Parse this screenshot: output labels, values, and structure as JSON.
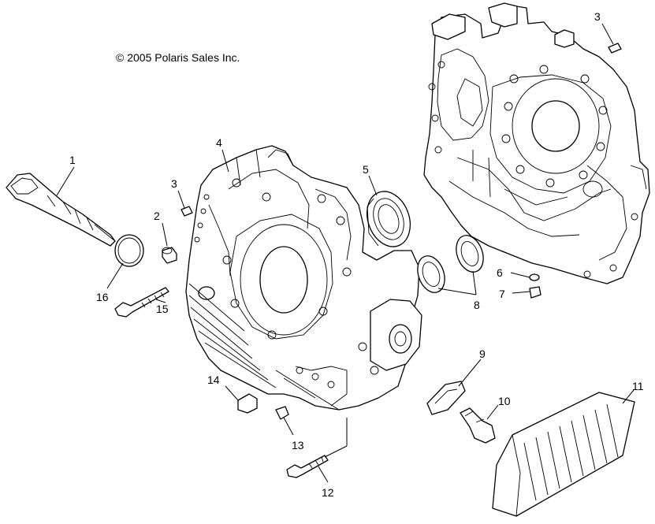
{
  "copyright": "© 2005 Polaris Sales Inc.",
  "callouts": {
    "c1": "1",
    "c2": "2",
    "c3a": "3",
    "c3b": "3",
    "c4": "4",
    "c5": "5",
    "c6": "6",
    "c7": "7",
    "c8": "8",
    "c9": "9",
    "c10": "10",
    "c11": "11",
    "c12": "12",
    "c13": "13",
    "c14": "14",
    "c15": "15",
    "c16": "16"
  }
}
